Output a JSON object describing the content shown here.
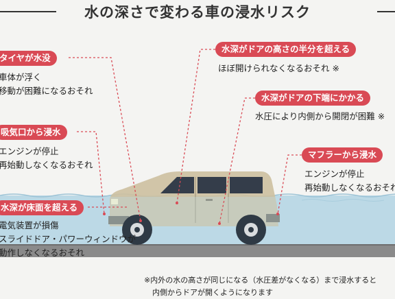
{
  "title": "水の深さで変わる車の浸水リスク",
  "callouts": {
    "tire": {
      "label": "タイヤが水没",
      "lines": [
        "車体が浮く",
        "移動が困難になるおそれ"
      ]
    },
    "intake": {
      "label": "吸気口から浸水",
      "lines": [
        "エンジンが停止",
        "再始動しなくなるおそれ"
      ]
    },
    "floor": {
      "label": "水深が床面を超える",
      "lines": [
        "電気装置が損傷",
        "スライドドア・パワーウィンドウが",
        "動作しなくなるおそれ"
      ]
    },
    "door_half": {
      "label": "水深がドアの高さの半分を超える",
      "lines": [
        "ほぼ開けられなくなるおそれ ※"
      ]
    },
    "door_bottom": {
      "label": "水深がドアの下端にかかる",
      "lines": [
        "水圧により内側から開閉が困難 ※"
      ]
    },
    "muffler": {
      "label": "マフラーから浸水",
      "lines": [
        "エンジンが停止",
        "再始動しなくなるおそれ"
      ]
    }
  },
  "footnote": [
    "※内外の水の高さが同じになる（水圧差がなくなる）まで浸水すると",
    "内側からドアが開くようになります"
  ],
  "colors": {
    "accent": "#d94a55",
    "water": "#bcd9e6",
    "car_body": "#cdc0a0",
    "road": "#8a8a8a"
  }
}
